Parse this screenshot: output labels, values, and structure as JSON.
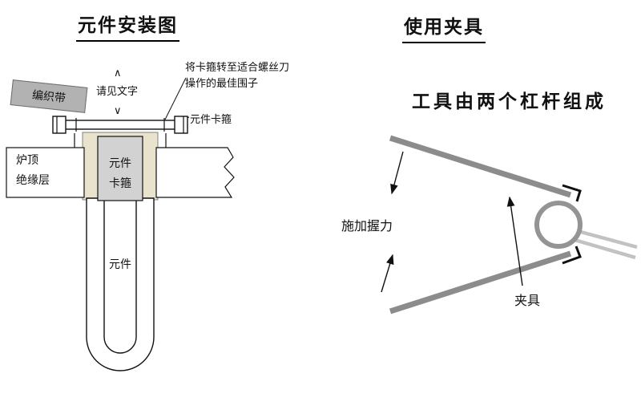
{
  "left": {
    "title": "元件安装图",
    "band_label": "编织带",
    "see_text": "请见文字",
    "caret_up": "∧",
    "caret_down": "∨",
    "rotate_note": "将卡箍转至适合螺丝刀操作的最佳围子",
    "clamp_callout": "元件卡箍",
    "insulation_label": "炉顶\n绝缘层",
    "clamp_block_label": "元件\n卡箍",
    "element_label": "元件"
  },
  "right": {
    "title": "使用夹具",
    "subtitle": "工具由两个杠杆组成",
    "grip_label": "施加握力",
    "clamp_label": "夹具"
  },
  "colors": {
    "lever_gray": "#8c8c8c",
    "ring_gray": "#949494",
    "tail_gray": "#c2c2c2",
    "band_gray": "#b2b2b2",
    "insulation_beige": "#e9e2cd",
    "block_gray": "#d2d2d2",
    "line_black": "#111111"
  }
}
